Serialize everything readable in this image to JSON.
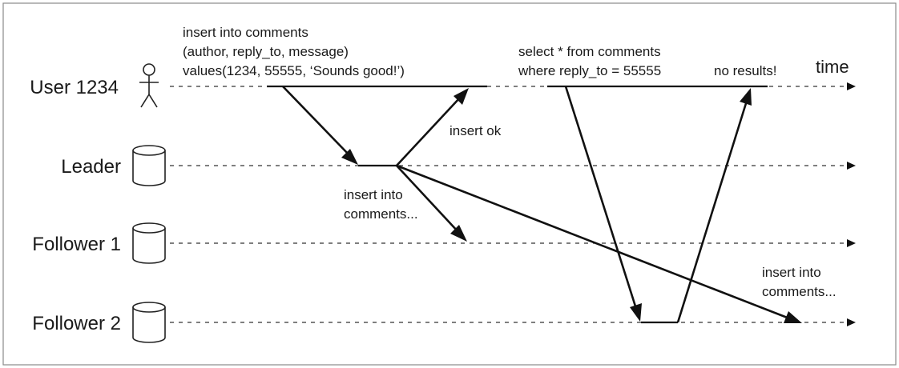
{
  "actors": {
    "user": {
      "label": "User 1234",
      "icon": "person-icon"
    },
    "leader": {
      "label": "Leader",
      "icon": "database-icon"
    },
    "follower1": {
      "label": "Follower 1",
      "icon": "database-icon"
    },
    "follower2": {
      "label": "Follower 2",
      "icon": "database-icon"
    }
  },
  "axis": {
    "label": "time"
  },
  "notes": {
    "insert_query": [
      "insert into comments",
      "(author, reply_to, message)",
      "values(1234, 55555, ‘Sounds good!’)"
    ],
    "select_query": [
      "select * from comments",
      "where reply_to = 55555"
    ],
    "no_results": "no results!",
    "insert_ok": "insert ok",
    "replicate_f1": [
      "insert into",
      "comments..."
    ],
    "replicate_f2": [
      "insert into",
      "comments..."
    ]
  }
}
